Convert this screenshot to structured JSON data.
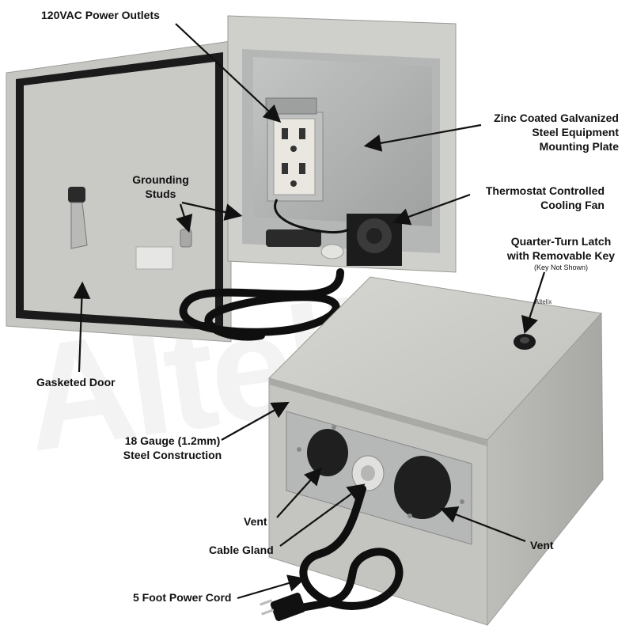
{
  "watermark": "Altelix",
  "labels": {
    "outlets": "120VAC Power Outlets",
    "mounting_plate": [
      "Zinc Coated Galvanized",
      "Steel Equipment",
      "Mounting Plate"
    ],
    "grounding": [
      "Grounding",
      "Studs"
    ],
    "fan": [
      "Thermostat Controlled",
      "Cooling Fan"
    ],
    "latch": [
      "Quarter-Turn Latch",
      "with Removable Key"
    ],
    "latch_note": "(Key Not Shown)",
    "gasket": "Gasketed Door",
    "steel": [
      "18 Gauge (1.2mm)",
      "Steel Construction"
    ],
    "vent_left": "Vent",
    "vent_right": "Vent",
    "gland": "Cable Gland",
    "cord": "5 Foot Power Cord"
  },
  "brand_small": "Altelix",
  "colors": {
    "enclosure": "#c9cac6",
    "enclosure_shadow": "#a9aaa6",
    "plate": "#b3b5b4",
    "gasket": "#1a1a1a",
    "cord": "#0f0f0f",
    "vent": "#202020",
    "arrow": "#111111"
  }
}
